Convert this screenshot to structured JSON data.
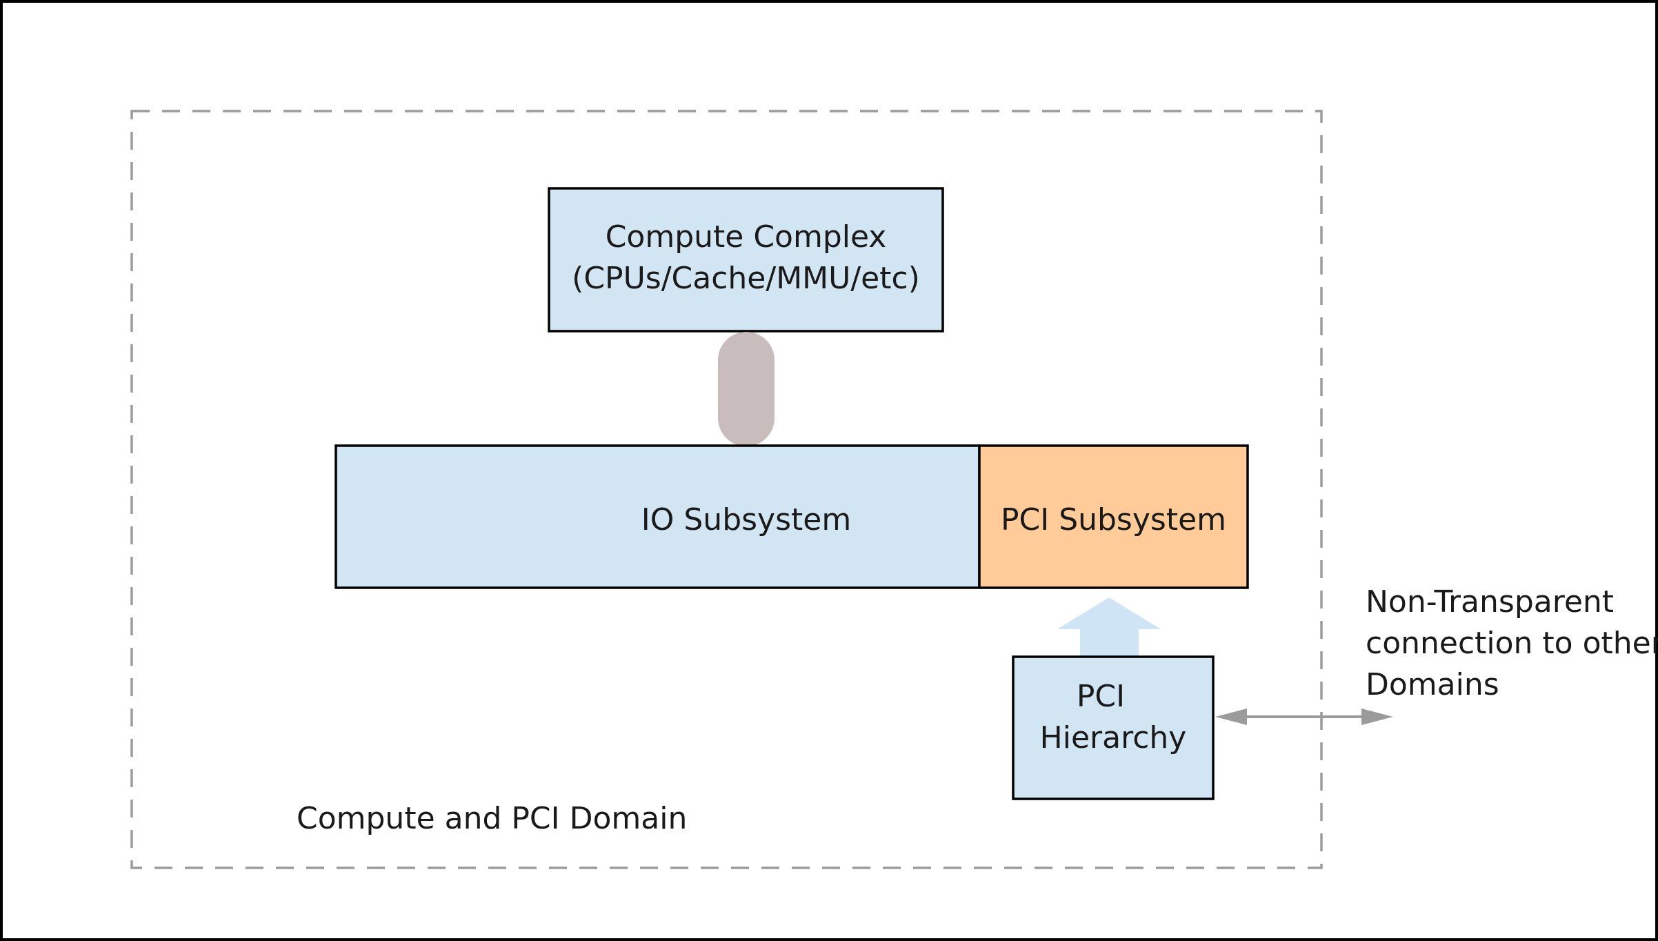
{
  "colors": {
    "box_fill": "#d1e5f3",
    "pci_subsystem_fill": "#fecb99",
    "connector": "#c9bcbc",
    "up_arrow": "#cfe4f4",
    "gray_arrow": "#9b9b9b",
    "domain_border": "#9b9b9b",
    "outline": "#000000"
  },
  "nodes": {
    "compute_complex": {
      "line1": "Compute Complex",
      "line2": "(CPUs/Cache/MMU/etc)"
    },
    "io_subsystem": {
      "label": "IO Subsystem"
    },
    "pci_subsystem": {
      "label": "PCI Subsystem"
    },
    "pci_hierarchy": {
      "line1": "PCI",
      "line2": "Hierarchy"
    }
  },
  "domain": {
    "label": "Compute and PCI Domain"
  },
  "external": {
    "line1": "Non-Transparent",
    "line2": "connection to other",
    "line3": "Domains"
  }
}
